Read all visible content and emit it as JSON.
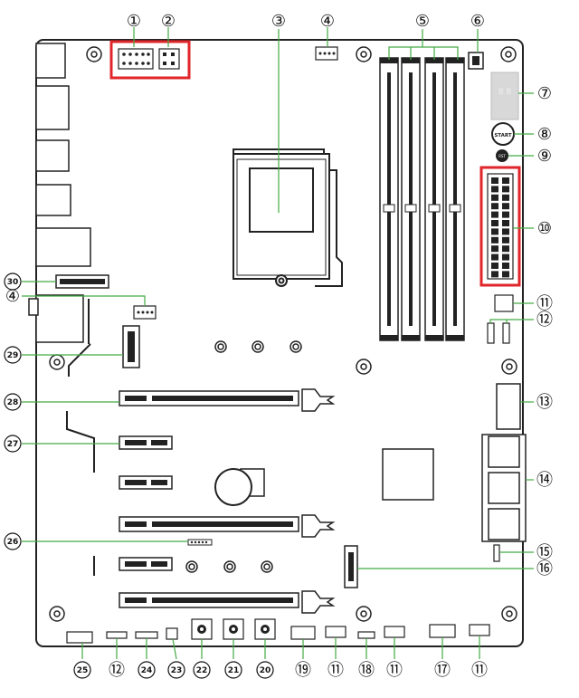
{
  "board": {
    "outline_color": "#222222",
    "leader_color": "#44aa44",
    "highlight_color": "#e0262a",
    "start_label": "START",
    "reset_label": "RST"
  },
  "callouts": {
    "c1": "①",
    "c2": "②",
    "c3": "③",
    "c4a": "④",
    "c5": "⑤",
    "c6": "⑥",
    "c7": "⑦",
    "c8": "⑧",
    "c9": "⑨",
    "c10": "⑩",
    "c11a": "⑪",
    "c12a": "⑫",
    "c13": "⑬",
    "c14": "⑭",
    "c15": "⑮",
    "c16": "⑯",
    "c4b": "④",
    "c30": "30",
    "c29": "29",
    "c28": "28",
    "c27": "27",
    "c26": "26",
    "c25": "25",
    "c12b": "⑫",
    "c24": "24",
    "c23": "23",
    "c22": "22",
    "c21": "21",
    "c20": "20",
    "c19": "⑲",
    "c11b": "⑪",
    "c18": "⑱",
    "c11c": "⑪",
    "c17": "⑰",
    "c11d": "⑪"
  }
}
